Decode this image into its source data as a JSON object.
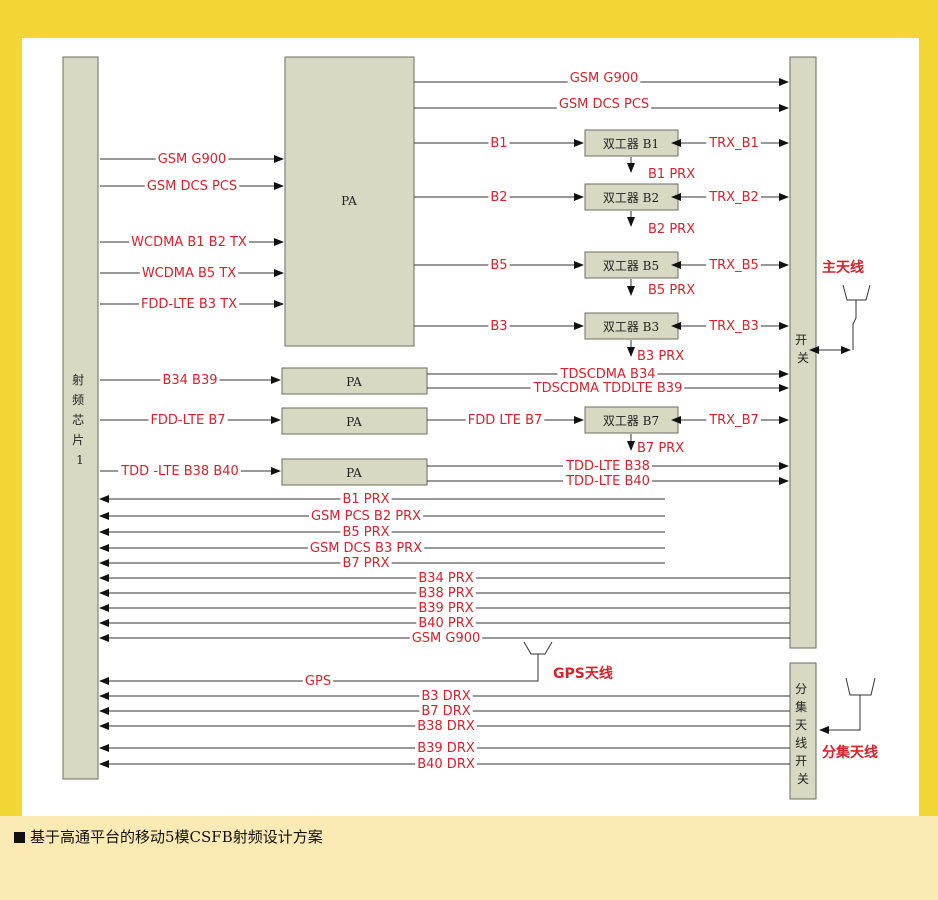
{
  "colors": {
    "frame": "#f2d633",
    "caption_band": "#fbeab3",
    "label": "#d8222b",
    "block_fill": "#d8d9c3",
    "line": "#333333"
  },
  "rf_chip": "射频芯片1",
  "main_switch": "开关",
  "div_switch": "分集天线开关",
  "pa": "PA",
  "tx_inputs": [
    "GSM G900",
    "GSM DCS PCS",
    "WCDMA B1 B2 TX",
    "WCDMA B5 TX",
    "FDD-LTE B3 TX"
  ],
  "pa_outputs": [
    {
      "label": "GSM G900"
    },
    {
      "label": "GSM DCS PCS"
    },
    {
      "label": "B1",
      "duplexer": "双工器 B1",
      "trx": "TRX_B1",
      "prx": "B1 PRX"
    },
    {
      "label": "B2",
      "duplexer": "双工器 B2",
      "trx": "TRX_B2",
      "prx": "B2 PRX"
    },
    {
      "label": "B5",
      "duplexer": "双工器 B5",
      "trx": "TRX_B5",
      "prx": "B5 PRX"
    },
    {
      "label": "B3",
      "duplexer": "双工器 B3",
      "trx": "TRX_B3",
      "prx": "B3 PRX"
    }
  ],
  "small_pa_rows": [
    {
      "input": "B34 B39",
      "outputs": [
        "TDSCDMA B34",
        "TDSCDMA TDDLTE B39"
      ]
    },
    {
      "input": "FDD-LTE B7",
      "outputs": [
        "FDD LTE B7"
      ],
      "duplexer": "双工器 B7",
      "trx": "TRX_B7",
      "prx": "B7 PRX"
    },
    {
      "input": "TDD -LTE B38 B40",
      "outputs": [
        "TDD-LTE B38",
        "TDD-LTE B40"
      ]
    }
  ],
  "prx_short": [
    "B1 PRX",
    "GSM PCS B2 PRX",
    "B5 PRX",
    "GSM DCS B3 PRX",
    "B7 PRX"
  ],
  "prx_long": [
    "B34 PRX",
    "B38 PRX",
    "B39 PRX",
    "B40 PRX",
    "GSM G900"
  ],
  "gps": "GPS",
  "gps_antenna": "GPS天线",
  "main_antenna": "主天线",
  "div_antenna": "分集天线",
  "drx": [
    "B3 DRX",
    "B7 DRX",
    "B38 DRX",
    "B39 DRX",
    "B40 DRX"
  ],
  "caption": "基于高通平台的移动5模CSFB射频设计方案"
}
